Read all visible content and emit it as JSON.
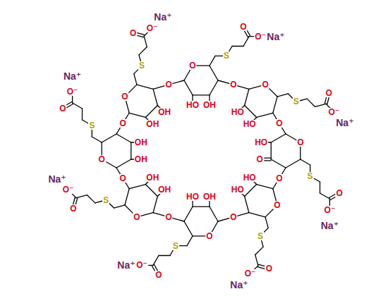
{
  "diagram": {
    "labels": [
      "O",
      "HO",
      "OH",
      "S",
      "O",
      "O⁻",
      "Na⁺",
      "O",
      "O",
      "HO",
      "HO",
      "S",
      "O",
      "O⁻",
      "Na⁺",
      "O",
      "O",
      "HO",
      "O",
      "S",
      "O",
      "O⁻",
      "Na⁺",
      "O",
      "O",
      "HO",
      "HO",
      "S",
      "O",
      "O⁻",
      "Na⁺",
      "O",
      "O",
      "OH",
      "HO",
      "S",
      "O",
      "O⁻",
      "Na⁺",
      "O",
      "O",
      "OH",
      "OH",
      "S",
      "O",
      "O⁻",
      "Na⁺",
      "O",
      "O",
      "OH",
      "OH",
      "S",
      "O",
      "O⁻",
      "Na⁺",
      "O",
      "O",
      "OH",
      "OH",
      "S",
      "O",
      "O⁻",
      "Na⁺",
      "O"
    ]
  }
}
